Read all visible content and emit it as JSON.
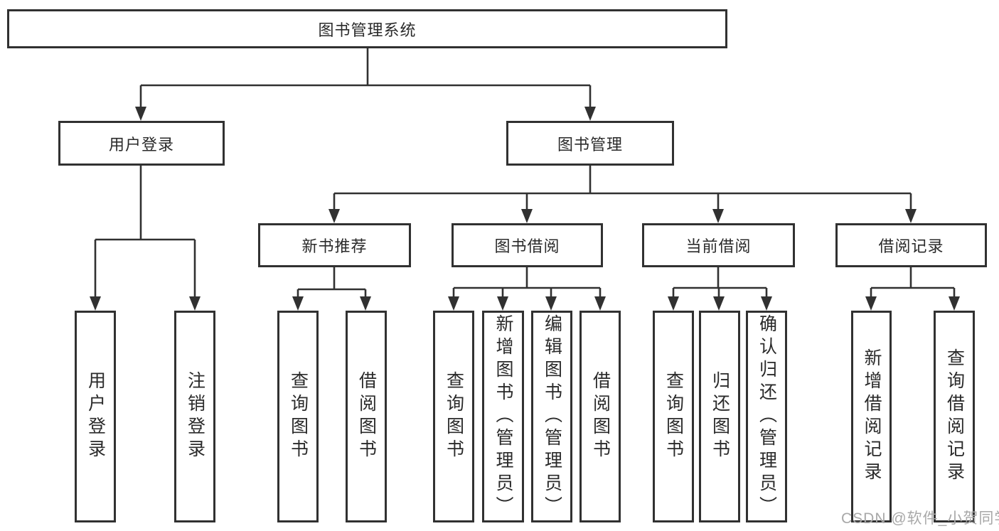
{
  "colors": {
    "line": "#313131",
    "text": "#2a2a2a",
    "background": "#ffffff",
    "watermark": "#a8a8a8"
  },
  "watermark": {
    "text": "CSDN @软件_小贺同学"
  },
  "tree": {
    "root": {
      "label": "图书管理系统",
      "children": [
        {
          "label": "用户登录",
          "children": [
            {
              "label": "用户登录"
            },
            {
              "label": "注销登录"
            }
          ]
        },
        {
          "label": "图书管理",
          "children": [
            {
              "label": "新书推荐",
              "children": [
                {
                  "label": "查询图书"
                },
                {
                  "label": "借阅图书"
                }
              ]
            },
            {
              "label": "图书借阅",
              "children": [
                {
                  "label": "查询图书"
                },
                {
                  "label": "新增图书（管理员）"
                },
                {
                  "label": "编辑图书（管理员）"
                },
                {
                  "label": "借阅图书"
                }
              ]
            },
            {
              "label": "当前借阅",
              "children": [
                {
                  "label": "查询图书"
                },
                {
                  "label": "归还图书"
                },
                {
                  "label": "确认归还（管理员）"
                }
              ]
            },
            {
              "label": "借阅记录",
              "children": [
                {
                  "label": "新增借阅记录"
                },
                {
                  "label": "查询借阅记录"
                }
              ]
            }
          ]
        }
      ]
    }
  }
}
